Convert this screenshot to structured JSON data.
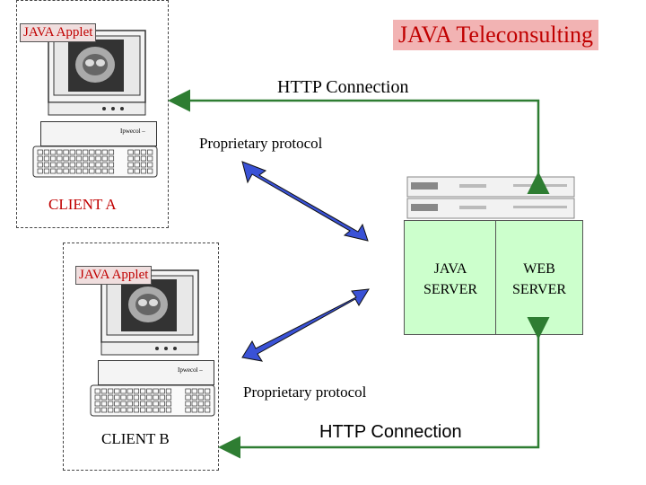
{
  "title": "JAVA Teleconsulting",
  "client_a": {
    "applet_label": "JAVA Applet",
    "client_label": "CLIENT A",
    "keyboard_brand": "Ipwecol –"
  },
  "client_b": {
    "applet_label": "JAVA Applet",
    "client_label": "CLIENT B",
    "keyboard_brand": "Ipwecol –"
  },
  "connections": {
    "http_top": "HTTP Connection",
    "http_bottom": "HTTP Connection",
    "proto_top": "Proprietary protocol",
    "proto_bottom": "Proprietary protocol"
  },
  "servers": {
    "java_server": "JAVA\nSERVER",
    "web_server": "WEB\nSERVER"
  },
  "colors": {
    "title_bg": "#f2b3b3",
    "title_text": "#c00000",
    "server_bg": "#ccffcc",
    "http_arrow": "#2e7d32",
    "proto_arrow": "#3a52d6"
  }
}
